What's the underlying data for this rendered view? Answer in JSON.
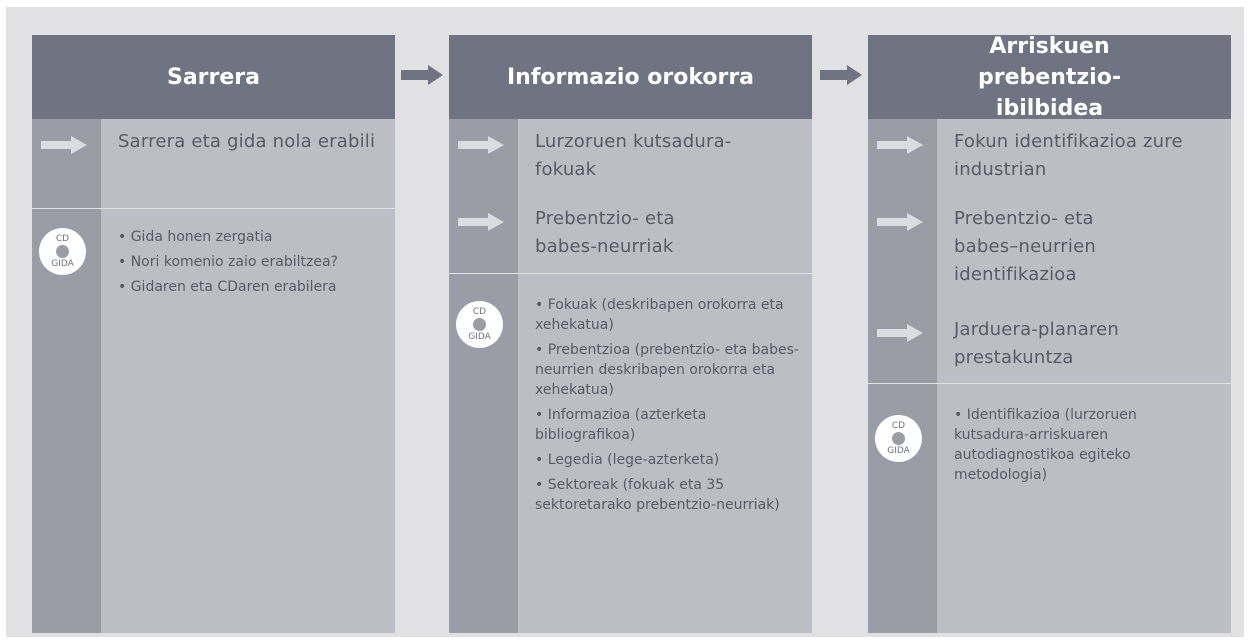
{
  "columns": [
    {
      "title": "Sarrera",
      "items": [
        "Sarrera eta gida nola erabili"
      ],
      "badge": {
        "top": "CD",
        "bottom": "GIDA"
      },
      "bullets": [
        "• Gida honen zergatia",
        "• Nori komenio zaio erabiltzea?",
        "• Gidaren eta CDaren erabilera"
      ]
    },
    {
      "title": "Informazio orokorra",
      "items": [
        "Lurzoruen kutsadura-fokuak",
        "Prebentzio- eta babes-neurriak"
      ],
      "badge": {
        "top": "CD",
        "bottom": "GIDA"
      },
      "bullets": [
        "• Fokuak (deskribapen orokorra eta xehekatua)",
        "• Prebentzioa (prebentzio- eta babes-neurrien deskribapen orokorra eta xehekatua)",
        "• Informazioa (azterketa bibliografikoa)",
        "• Legedia (lege-azterketa)",
        "• Sektoreak (fokuak eta 35 sektoretarako prebentzio-neurriak)"
      ]
    },
    {
      "title": "Arriskuen prebentzio-ibilbidea",
      "items": [
        "Fokun identifikazioa zure industrian",
        "Prebentzio- eta babes–neurrien identifikazioa",
        "Jarduera-planaren prestakuntza"
      ],
      "badge": {
        "top": "CD",
        "bottom": "GIDA"
      },
      "bullets": [
        "• Identifikazioa (lurzoruen kutsadura-arriskuaren autodiagnostikoa egiteko metodologia)"
      ]
    }
  ],
  "colors": {
    "header": "#6f7382",
    "side": "#9a9ca6",
    "body": "#bdbec5",
    "frame": "#e1e1e4",
    "arrow": "#dcdde1",
    "text": "#565a66"
  },
  "icons": {
    "row_arrow": "right-arrow-icon",
    "between_arrow": "right-arrow-icon",
    "badge": "cd-disc-icon"
  }
}
